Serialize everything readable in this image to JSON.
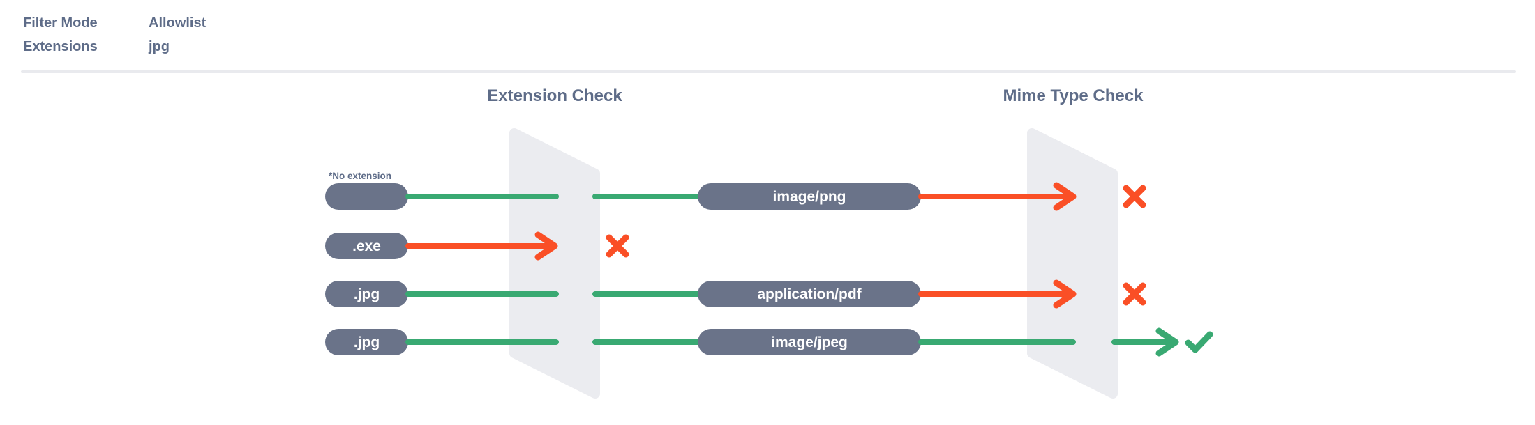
{
  "header": {
    "filter_mode_label": "Filter Mode",
    "filter_mode_value": "Allowlist",
    "extensions_label": "Extensions",
    "extensions_value": "jpg"
  },
  "diagram": {
    "stage_titles": [
      "Extension Check",
      "Mime Type Check"
    ],
    "rows": [
      {
        "file": "",
        "note": "*No extension",
        "extension_check": "pass",
        "mime_type": "image/png",
        "mime_check": "fail"
      },
      {
        "file": ".exe",
        "note": "",
        "extension_check": "fail",
        "mime_type": "",
        "mime_check": ""
      },
      {
        "file": ".jpg",
        "note": "",
        "extension_check": "pass",
        "mime_type": "application/pdf",
        "mime_check": "fail"
      },
      {
        "file": ".jpg",
        "note": "",
        "extension_check": "pass",
        "mime_type": "image/jpeg",
        "mime_check": "pass"
      }
    ]
  },
  "colors": {
    "pass_green": "#39a972",
    "fail_red": "#fa4f26",
    "pill_slate": "#6a7389",
    "text_slate": "#5e6c88",
    "panel_gray": "#ebecf0",
    "divider_gray": "#e9eaee",
    "pill_text": "#ffffff"
  }
}
